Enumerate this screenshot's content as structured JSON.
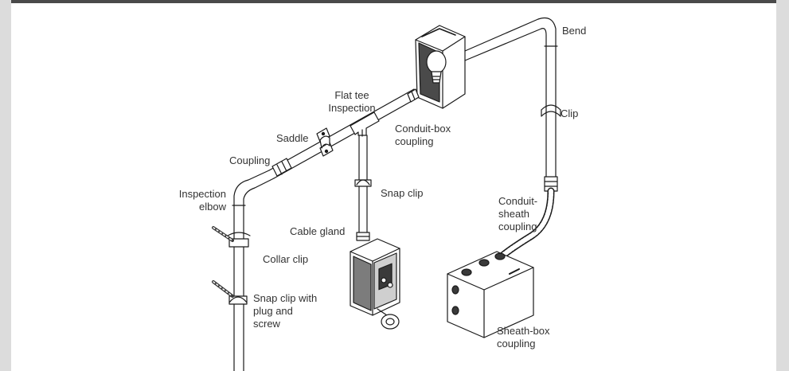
{
  "labels": {
    "bend": "Bend",
    "clip": "Clip",
    "flat_tee_inspection": [
      "Flat tee",
      "Inspection"
    ],
    "conduit_box_coupling": [
      "Conduit-box",
      "coupling"
    ],
    "saddle": "Saddle",
    "coupling": "Coupling",
    "inspection_elbow": [
      "Inspection",
      "elbow"
    ],
    "snap_clip": "Snap clip",
    "conduit_sheath_coupling": [
      "Conduit-",
      "sheath",
      "coupling"
    ],
    "cable_gland": "Cable gland",
    "collar_clip": "Collar clip",
    "snap_clip_plug_screw": [
      "Snap clip with",
      "plug and",
      "screw"
    ],
    "sheath_box_coupling": [
      "Sheath-box",
      "coupling"
    ]
  },
  "colors": {
    "line": "#1a1a1a",
    "fill": "#ffffff",
    "shade": "#9a9a9a",
    "dark": "#3a3a3a",
    "text": "#333333",
    "side_panel": "#dcdcdc"
  }
}
